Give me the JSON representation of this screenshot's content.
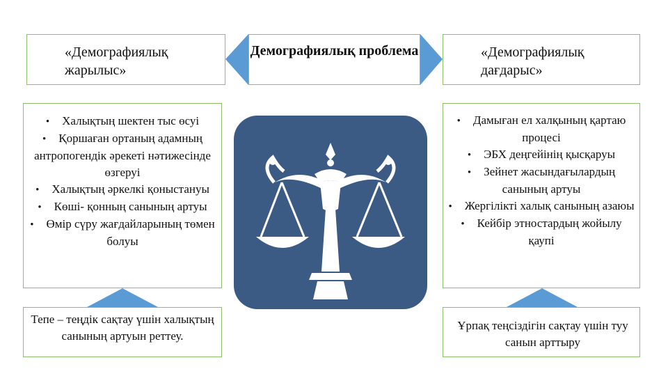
{
  "colors": {
    "border": "#8dbf6a",
    "arrow_blue": "#5b9bd5",
    "icon_bg": "#3b5a84",
    "icon_fg": "#ffffff"
  },
  "header": {
    "left": "«Демографиялық жарылыс»",
    "center": "Демографиялық проблема",
    "right": "«Демографиялық дағдарыс»"
  },
  "left_list": [
    "Халықтың шектен тыс өсуі",
    "Қоршаған ортаның адамның антропогендік әрекеті нәтижесінде өзгеруі",
    "Халықтың әркелкі қоныстануы",
    "Көші- қонның санының артуы",
    "Өмір сүру жағдайларының төмен болуы"
  ],
  "right_list": [
    "Дамыған ел халқының қартаю процесі",
    "ЭБХ деңгейінің қысқаруы",
    "Зейнет жасындағылардың санының артуы",
    "Жергілікті халық санының азаюы",
    "Кейбір этностардың жойылу қаупі"
  ],
  "footer": {
    "left": "Тепе – теңдік сақтау үшін халықтың санының артуын реттеу.",
    "right": "Ұрпақ теңсіздігін сақтау үшін туу санын арттыру"
  },
  "icons": {
    "center": "scales-of-justice-icon"
  }
}
